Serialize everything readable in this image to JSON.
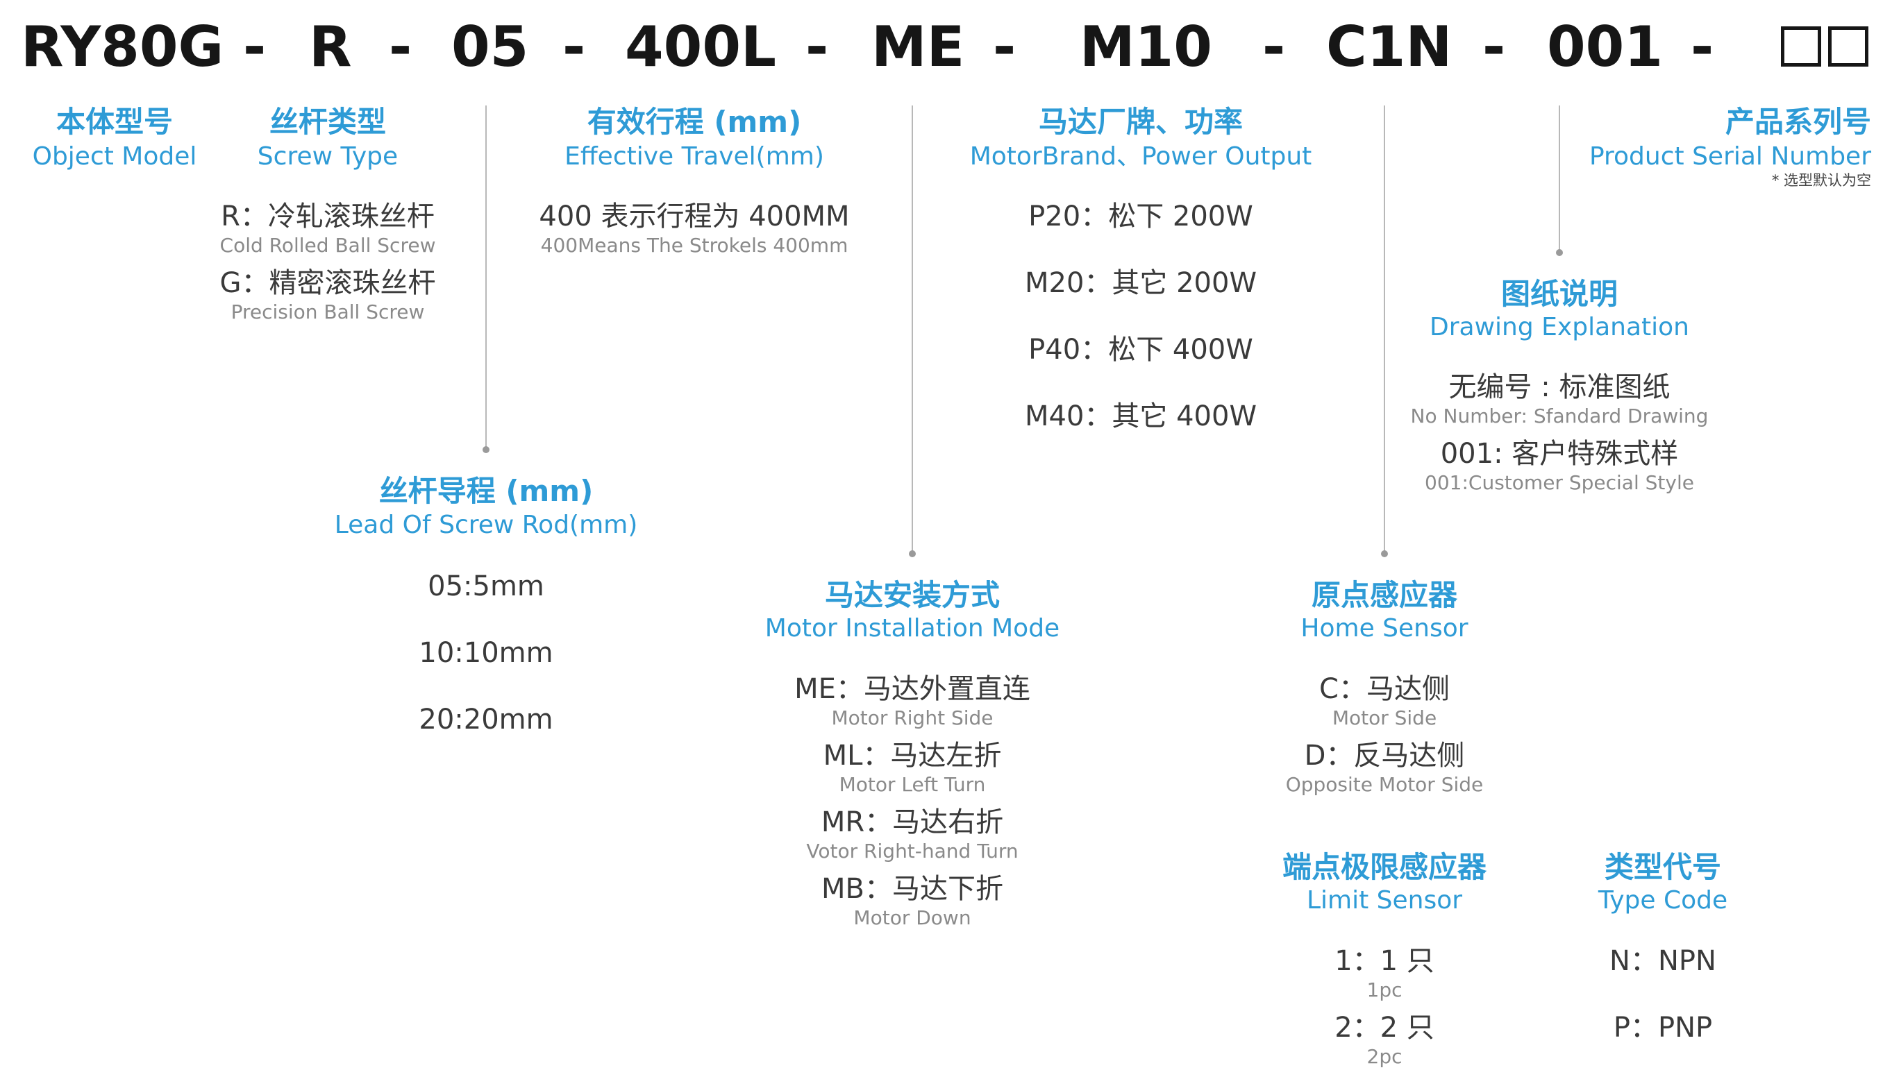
{
  "code": {
    "model": "RY80G",
    "d1": "-",
    "screw": "R",
    "d2": "-",
    "lead": "05",
    "d3": "-",
    "travel": "400L",
    "d4": "-",
    "mount": "ME",
    "d5": "-",
    "motor": "M10",
    "d6": "-",
    "sensor": "C1N",
    "d7": "-",
    "drawing": "001",
    "d8": "-"
  },
  "object_model": {
    "title": "本体型号",
    "title_en": "Object Model"
  },
  "screw_type": {
    "title": "丝杆类型",
    "title_en": "Screw Type",
    "options": [
      {
        "label": "R：冷轧滚珠丝杆",
        "en": "Cold Rolled Ball Screw"
      },
      {
        "label": "G：精密滚珠丝杆",
        "en": "Precision Ball Screw"
      }
    ]
  },
  "effective_travel": {
    "title": "有效行程 (mm)",
    "title_en": "Effective Travel(mm)",
    "desc": "400 表示行程为 400MM",
    "desc_en": "400Means The Strokels 400mm"
  },
  "motor_brand": {
    "title": "马达厂牌、功率",
    "title_en": "MotorBrand、Power Output",
    "options": [
      "P20：松下 200W",
      "M20：其它 200W",
      "P40：松下 400W",
      "M40：其它 400W"
    ]
  },
  "product_serial": {
    "title": "产品系列号",
    "title_en": "Product Serial Number",
    "note": "* 选型默认为空"
  },
  "drawing": {
    "title": "图纸说明",
    "title_en": "Drawing Explanation",
    "options": [
      {
        "label": "无编号 : 标准图纸",
        "en": "No Number: Sfandard Drawing"
      },
      {
        "label": "001: 客户特殊式样",
        "en": "001:Customer Special Style"
      }
    ]
  },
  "lead": {
    "title": "丝杆导程 (mm)",
    "title_en": "Lead Of Screw Rod(mm)",
    "options": [
      "05:5mm",
      "10:10mm",
      "20:20mm"
    ]
  },
  "motor_install": {
    "title": "马达安装方式",
    "title_en": "Motor Installation Mode",
    "options": [
      {
        "label": "ME：马达外置直连",
        "en": "Motor Right Side"
      },
      {
        "label": "ML：马达左折",
        "en": "Motor Left Turn"
      },
      {
        "label": "MR：马达右折",
        "en": "Votor Right-hand Turn"
      },
      {
        "label": "MB：马达下折",
        "en": "Motor Down"
      }
    ]
  },
  "home_sensor": {
    "title": "原点感应器",
    "title_en": "Home Sensor",
    "options": [
      {
        "label": "C：马达侧",
        "en": "Motor Side"
      },
      {
        "label": "D：反马达侧",
        "en": "Opposite Motor Side"
      }
    ]
  },
  "limit_sensor": {
    "title": "端点极限感应器",
    "title_en": "Limit Sensor",
    "options": [
      {
        "label": "1：1 只",
        "en": "1pc"
      },
      {
        "label": "2：2 只",
        "en": "2pc"
      }
    ]
  },
  "type_code": {
    "title": "类型代号",
    "title_en": "Type Code",
    "options": [
      "N：NPN",
      "P：PNP"
    ]
  },
  "colors": {
    "accent": "#2e9bd6",
    "code_text": "#161616",
    "option_text": "#3a3a3a",
    "option_en": "#8a8a8a"
  }
}
